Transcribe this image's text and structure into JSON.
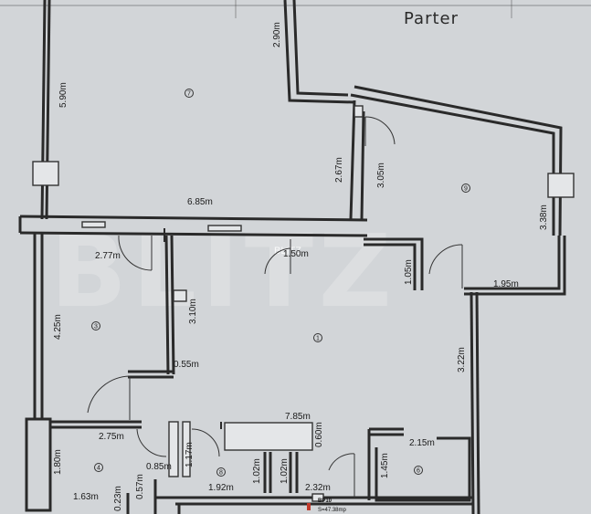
{
  "title": "Parter",
  "watermark": {
    "large": "BLITZ",
    "small": "BLITZ"
  },
  "dimensions": {
    "d_290": "2.90m",
    "d_590": "5.90m",
    "d_685": "6.85m",
    "d_267": "2.67m",
    "d_305": "3.05m",
    "d_338": "3.38m",
    "d_277": "2.77m",
    "d_150": "1.50m",
    "d_105": "1.05m",
    "d_195": "1.95m",
    "d_425": "4.25m",
    "d_310": "3.10m",
    "d_322": "3.22m",
    "d_055": "0.55m",
    "d_785": "7.85m",
    "d_275": "2.75m",
    "d_060": "0.60m",
    "d_215": "2.15m",
    "d_180": "1.80m",
    "d_085": "0.85m",
    "d_117": "1.17m",
    "d_145": "1.45m",
    "d_163": "1.63m",
    "d_057": "0.57m",
    "d_023": "0.23m",
    "d_192": "1.92m",
    "d_102a": "1.02m",
    "d_102b": "1.02m",
    "d_232": "2.32m"
  },
  "room_numbers": {
    "r7": "7",
    "r9": "9",
    "r3": "3",
    "r1": "1",
    "r4": "4",
    "r6": "6",
    "r8": "8"
  },
  "marker": {
    "code": "BP10",
    "note": "S=47.38mp"
  }
}
